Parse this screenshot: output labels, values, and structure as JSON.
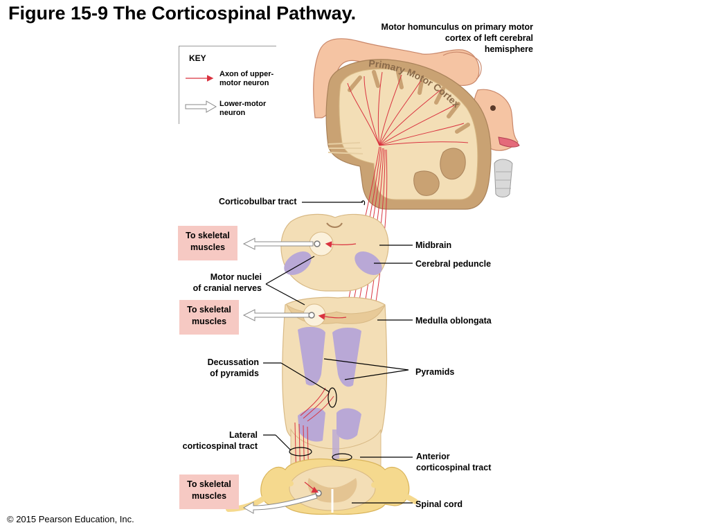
{
  "title": "Figure 15-9 The Corticospinal Pathway.",
  "homunculus_caption": [
    "Motor homunculus on primary motor",
    "cortex of left cerebral",
    "hemisphere"
  ],
  "cortex_label": "Primary Motor Cortex",
  "key": {
    "title": "KEY",
    "upper": [
      "Axon of upper-",
      "motor neuron"
    ],
    "lower": [
      "Lower-motor",
      "neuron"
    ]
  },
  "labels": {
    "corticobulbar": "Corticobulbar tract",
    "midbrain": "Midbrain",
    "cerebral_peduncle": "Cerebral peduncle",
    "motor_nuclei": [
      "Motor nuclei",
      "of cranial nerves"
    ],
    "medulla": "Medulla oblongata",
    "decussation": [
      "Decussation",
      "of pyramids"
    ],
    "pyramids": "Pyramids",
    "lateral": [
      "Lateral",
      "corticospinal tract"
    ],
    "anterior": [
      "Anterior",
      "corticospinal tract"
    ],
    "spinal_cord": "Spinal cord"
  },
  "skeletal_boxes": [
    [
      "To skeletal",
      "muscles"
    ],
    [
      "To skeletal",
      "muscles"
    ],
    [
      "To skeletal",
      "muscles"
    ]
  ],
  "copyright": "© 2015 Pearson Education, Inc.",
  "colors": {
    "tissue": "#f3deb6",
    "tissue_edge": "#d8b985",
    "gray_matter": "#c9a273",
    "tract": "#b9a8d6",
    "axon": "#d9323f",
    "skin": "#f5c4a3",
    "nerve": "#f5d98e",
    "box": "#f6c9c3"
  }
}
